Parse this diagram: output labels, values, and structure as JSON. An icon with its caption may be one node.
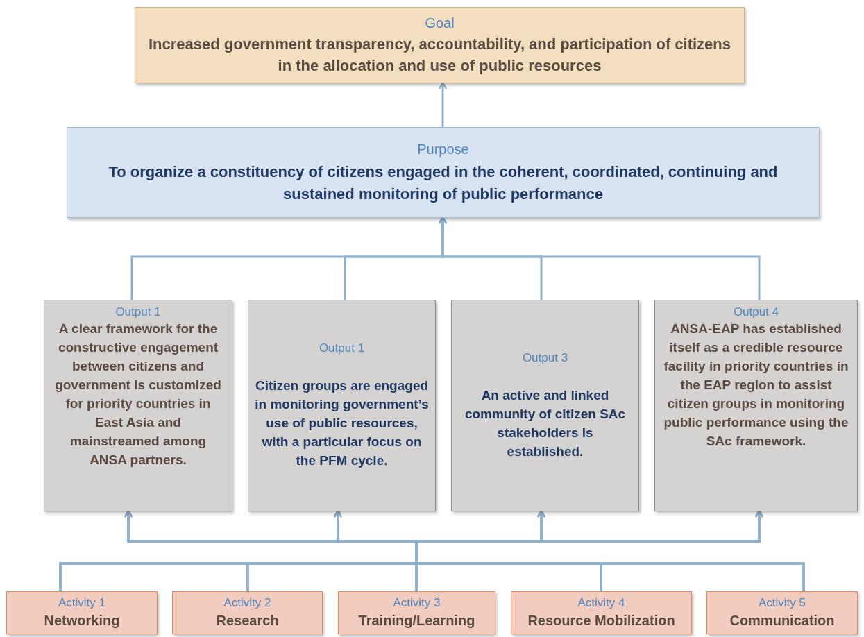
{
  "diagram": {
    "nodes": [
      {
        "text": [
          "Goal",
          "Increased government transparency, accountability, and participation of citizens in the allocation and use of public resources"
        ]
      },
      {
        "text": [
          "Purpose",
          "To organize a constituency of citizens engaged in the coherent, coordinated, continuing and sustained monitoring of public performance"
        ]
      },
      {
        "text": [
          "Output 1",
          "A clear framework for the constructive engagement between citizens and government is customized for priority countries in East Asia and mainstreamed among ANSA partners."
        ]
      },
      {
        "text": [
          "Output 1",
          "Citizen groups are engaged in monitoring government’s use of public resources, with a particular focus on the PFM cycle."
        ]
      },
      {
        "text": [
          "Output 3",
          "An active and linked community of citizen SAc stakeholders is established."
        ]
      },
      {
        "text": [
          "Output 4",
          "ANSA-EAP has established itself as a credible resource facility in priority countries in the EAP region to assist citizen groups in monitoring public performance using the SAc framework."
        ]
      },
      {
        "text": [
          "Activity 1",
          "Networking"
        ]
      },
      {
        "text": [
          "Activity 2",
          "Research"
        ]
      },
      {
        "text": [
          "Activity 3",
          "Training/Learning"
        ]
      },
      {
        "text": [
          "Activity 4",
          "Resource Mobilization"
        ]
      },
      {
        "text": [
          "Activity 5",
          "Communication"
        ]
      }
    ],
    "edges": [
      {
        "from": 1,
        "to": 0,
        "arrow": "to"
      },
      {
        "from": 2,
        "to": 1,
        "arrow": "to"
      },
      {
        "from": 3,
        "to": 1,
        "arrow": "to"
      },
      {
        "from": 4,
        "to": 1,
        "arrow": "to"
      },
      {
        "from": 5,
        "to": 1,
        "arrow": "to"
      },
      {
        "from": 6,
        "to": 2,
        "arrow": "to"
      },
      {
        "from": 6,
        "to": 3,
        "arrow": "to"
      },
      {
        "from": 6,
        "to": 4,
        "arrow": "to"
      },
      {
        "from": 6,
        "to": 5,
        "arrow": "to"
      },
      {
        "from": 7,
        "to": 2,
        "arrow": "to"
      },
      {
        "from": 7,
        "to": 3,
        "arrow": "to"
      },
      {
        "from": 7,
        "to": 4,
        "arrow": "to"
      },
      {
        "from": 7,
        "to": 5,
        "arrow": "to"
      },
      {
        "from": 8,
        "to": 2,
        "arrow": "to"
      },
      {
        "from": 8,
        "to": 3,
        "arrow": "to"
      },
      {
        "from": 8,
        "to": 4,
        "arrow": "to"
      },
      {
        "from": 8,
        "to": 5,
        "arrow": "to"
      },
      {
        "from": 9,
        "to": 2,
        "arrow": "to"
      },
      {
        "from": 9,
        "to": 3,
        "arrow": "to"
      },
      {
        "from": 9,
        "to": 4,
        "arrow": "to"
      },
      {
        "from": 9,
        "to": 5,
        "arrow": "to"
      },
      {
        "from": 10,
        "to": 2,
        "arrow": "to"
      },
      {
        "from": 10,
        "to": 3,
        "arrow": "to"
      },
      {
        "from": 10,
        "to": 4,
        "arrow": "to"
      },
      {
        "from": 10,
        "to": 5,
        "arrow": "to"
      }
    ]
  }
}
